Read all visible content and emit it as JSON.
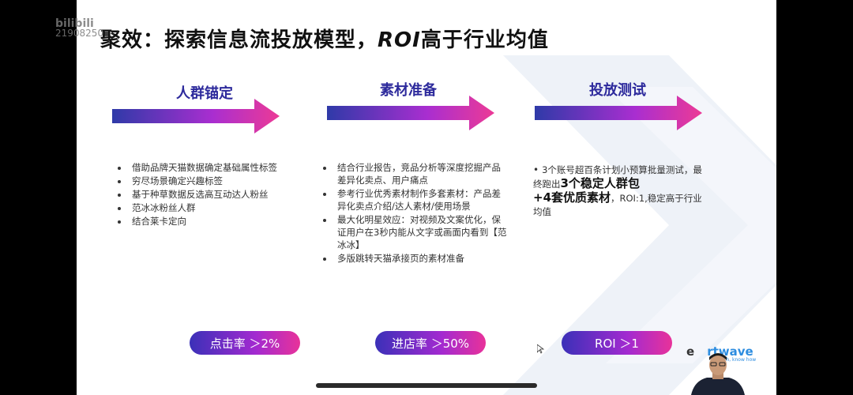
{
  "slide": {
    "title_prefix": "聚效：探索信息流投放模型，",
    "title_roi": "ROI",
    "title_suffix": "高于行业均值"
  },
  "watermark": {
    "brand": "bilibili",
    "id": "21908250"
  },
  "columns": [
    {
      "title": "人群锚定",
      "bullets": [
        "借助品牌天猫数据确定基础属性标签",
        "穷尽场景确定兴趣标签",
        "基于种草数据反选高互动达人粉丝",
        "范冰冰粉丝人群",
        "结合莱卡定向"
      ],
      "metric": "点击率 ＞2%"
    },
    {
      "title": "素材准备",
      "bullets": [
        "结合行业报告，竞品分析等深度挖掘产品差异化卖点、用户痛点",
        "参考行业优秀素材制作多套素材：产品差异化卖点介绍/达人素材/使用场景",
        "最大化明星效应：对视频及文案优化，保证用户在3秒内能从文字或画面内看到【范冰冰】",
        "多版跳转天猫承接页的素材准备"
      ],
      "metric": "进店率 ＞50%"
    },
    {
      "title": "投放测试",
      "note_pre": "3个账号超百条计划小预算批量测试，最终跑出",
      "note_big1": "3个稳定人群包",
      "note_big2": "+4套优质素材",
      "note_post": "，ROI:1,稳定高于行业均值",
      "metric": "ROI ＞1"
    }
  ],
  "logo": {
    "text_a": "e",
    "text_b": "rtwave",
    "tagline": "worth, know how"
  },
  "colors": {
    "accent_blue": "#2d2a9c",
    "gradient_start": "#3b30b8",
    "gradient_end": "#e8329a"
  }
}
